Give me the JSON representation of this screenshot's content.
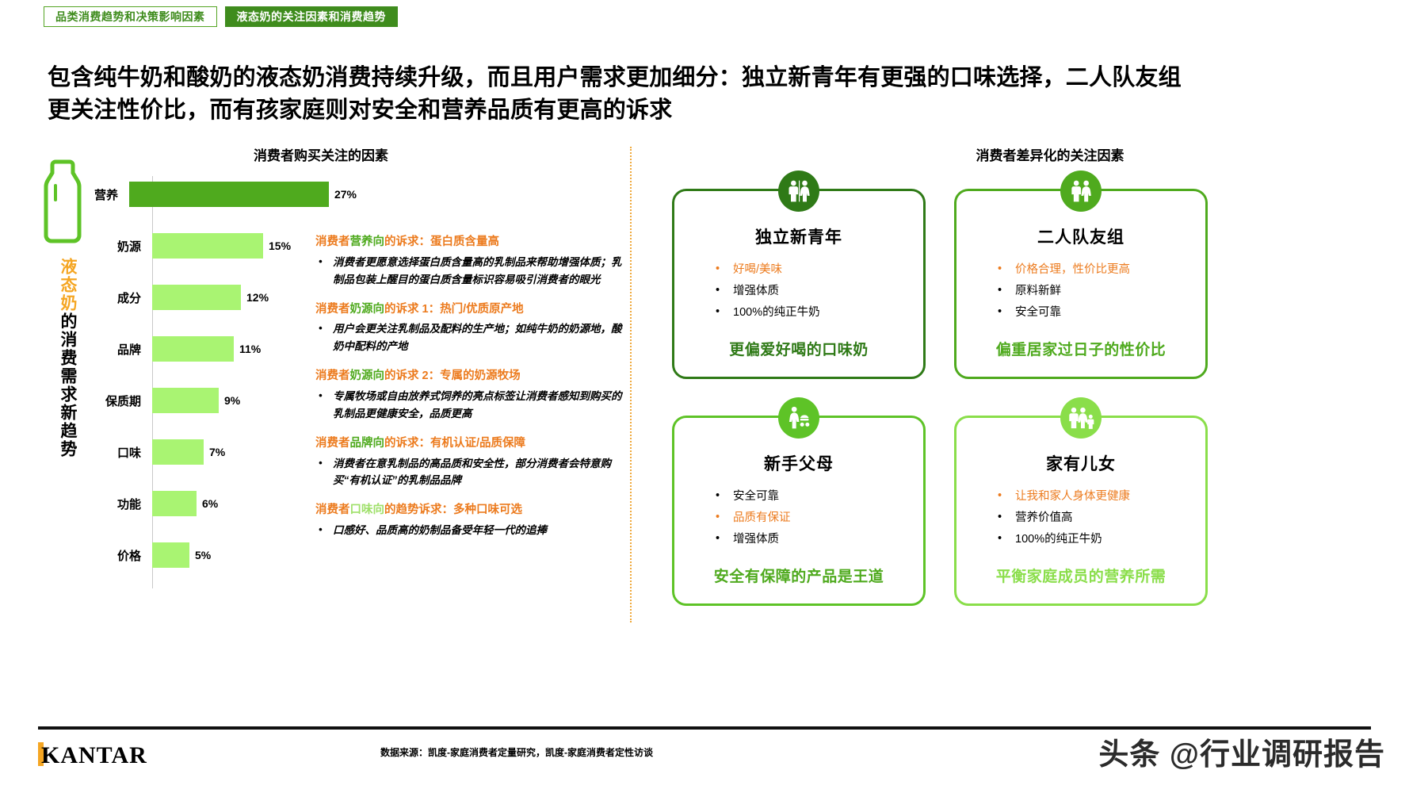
{
  "tabs": [
    {
      "label": "品类消费趋势和决策影响因素",
      "active": false
    },
    {
      "label": "液态奶的关注因素和消费趋势",
      "active": true
    }
  ],
  "headline": "包含纯牛奶和酸奶的液态奶消费持续升级，而且用户需求更加细分：独立新青年有更强的口味选择，二人队友组更关注性价比，而有孩家庭则对安全和营养品质有更高的诉求",
  "left": {
    "chart_title": "消费者购买关注的因素",
    "side_label_highlight": "液态奶",
    "side_label_rest": "的消费需求新趋势",
    "bottle_icon": "milk-bottle-icon"
  },
  "chart_data": {
    "type": "bar",
    "orientation": "horizontal",
    "title": "消费者购买关注的因素",
    "categories": [
      "营养",
      "奶源",
      "成分",
      "品牌",
      "保质期",
      "口味",
      "功能",
      "价格"
    ],
    "values": [
      27,
      15,
      12,
      11,
      9,
      7,
      6,
      5
    ],
    "value_labels": [
      "27%",
      "15%",
      "12%",
      "11%",
      "9%",
      "7%",
      "6%",
      "5%"
    ],
    "xlabel": "",
    "ylabel": "",
    "xlim": [
      0,
      30
    ],
    "grid": false,
    "legend": "none",
    "colors": {
      "highlight": "#4faa1e",
      "normal": "#a9f472"
    }
  },
  "insights": [
    {
      "head_pre": "消费者",
      "head_key": "营养向",
      "head_post": "的诉求：蛋白质含量高",
      "bullets": [
        "消费者更愿意选择蛋白质含量高的乳制品来帮助增强体质；乳制品包装上醒目的蛋白质含量标识容易吸引消费者的眼光"
      ]
    },
    {
      "head_pre": "消费者",
      "head_key": "奶源向",
      "head_post": "的诉求 1：热门/优质原产地",
      "bullets": [
        "用户会更关注乳制品及配料的生产地；如纯牛奶的奶源地，酸奶中配料的产地"
      ]
    },
    {
      "head_pre": "消费者",
      "head_key": "奶源向",
      "head_post": "的诉求 2：专属的奶源牧场",
      "bullets": [
        "专属牧场或自由放养式饲养的亮点标签让消费者感知到购买的乳制品更健康安全，品质更高"
      ]
    },
    {
      "head_pre": "消费者",
      "head_key": "品牌向",
      "head_post": "的诉求：有机认证/品质保障",
      "bullets": [
        "消费者在意乳制品的高品质和安全性，部分消费者会特意购买“有机认证”的乳制品品牌"
      ]
    },
    {
      "head_pre": "消费者",
      "head_key": "口味向",
      "head_post": "的趋势诉求：多种口味可选",
      "bullets": [
        "口感好、品质高的奶制品备受年轻一代的追捧"
      ]
    }
  ],
  "right": {
    "title": "消费者差异化的关注因素",
    "cards": [
      {
        "icon": "two-adults-icon",
        "title": "独立新青年",
        "bullets": [
          "好喝/美味",
          "增强体质",
          "100%的纯正牛奶"
        ],
        "highlight_index": 0,
        "tagline": "更偏爱好喝的口味奶",
        "border_color": "#2f7a17",
        "icon_bg": "#2f7a17",
        "tag_color": "#2f7a17"
      },
      {
        "icon": "couple-icon",
        "title": "二人队友组",
        "bullets": [
          "价格合理，性价比更高",
          "原料新鲜",
          "安全可靠"
        ],
        "highlight_index": 0,
        "tagline": "偏重居家过日子的性价比",
        "border_color": "#4faa1e",
        "icon_bg": "#4faa1e",
        "tag_color": "#4faa1e"
      },
      {
        "icon": "parent-stroller-icon",
        "title": "新手父母",
        "bullets": [
          "安全可靠",
          "品质有保证",
          "增强体质"
        ],
        "highlight_index": 1,
        "tagline": "安全有保障的产品是王道",
        "border_color": "#5ec327",
        "icon_bg": "#5ec327",
        "tag_color": "#4faa1e"
      },
      {
        "icon": "family-with-kids-icon",
        "title": "家有儿女",
        "bullets": [
          "让我和家人身体更健康",
          "营养价值高",
          "100%的纯正牛奶"
        ],
        "highlight_index": 0,
        "tagline": "平衡家庭成员的营养所需",
        "border_color": "#8ade4a",
        "icon_bg": "#8ade4a",
        "tag_color": "#8ade4a"
      }
    ]
  },
  "footer": {
    "logo": "KANTAR",
    "source": "数据来源：凯度-家庭消费者定量研究，凯度-家庭消费者定性访谈",
    "watermark": "头条 @行业调研报告"
  }
}
